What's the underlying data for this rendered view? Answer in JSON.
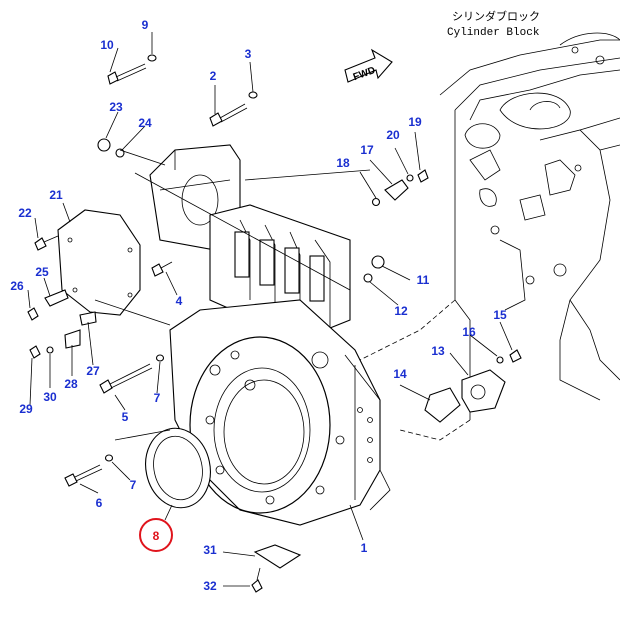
{
  "header": {
    "block_label_jp": "シリンダブロック",
    "block_label_en": "Cylinder Block",
    "fwd_label": "FWD"
  },
  "highlight": {
    "part_number": "8",
    "color": "#e0141c"
  },
  "label_color": "#1a2fd0",
  "callouts": [
    {
      "id": "1"
    },
    {
      "id": "2"
    },
    {
      "id": "3"
    },
    {
      "id": "4"
    },
    {
      "id": "5"
    },
    {
      "id": "6"
    },
    {
      "id": "7"
    },
    {
      "id": "7"
    },
    {
      "id": "8"
    },
    {
      "id": "9"
    },
    {
      "id": "10"
    },
    {
      "id": "11"
    },
    {
      "id": "12"
    },
    {
      "id": "13"
    },
    {
      "id": "14"
    },
    {
      "id": "15"
    },
    {
      "id": "16"
    },
    {
      "id": "17"
    },
    {
      "id": "18"
    },
    {
      "id": "19"
    },
    {
      "id": "20"
    },
    {
      "id": "21"
    },
    {
      "id": "22"
    },
    {
      "id": "23"
    },
    {
      "id": "24"
    },
    {
      "id": "25"
    },
    {
      "id": "26"
    },
    {
      "id": "27"
    },
    {
      "id": "28"
    },
    {
      "id": "29"
    },
    {
      "id": "30"
    },
    {
      "id": "31"
    },
    {
      "id": "32"
    }
  ]
}
